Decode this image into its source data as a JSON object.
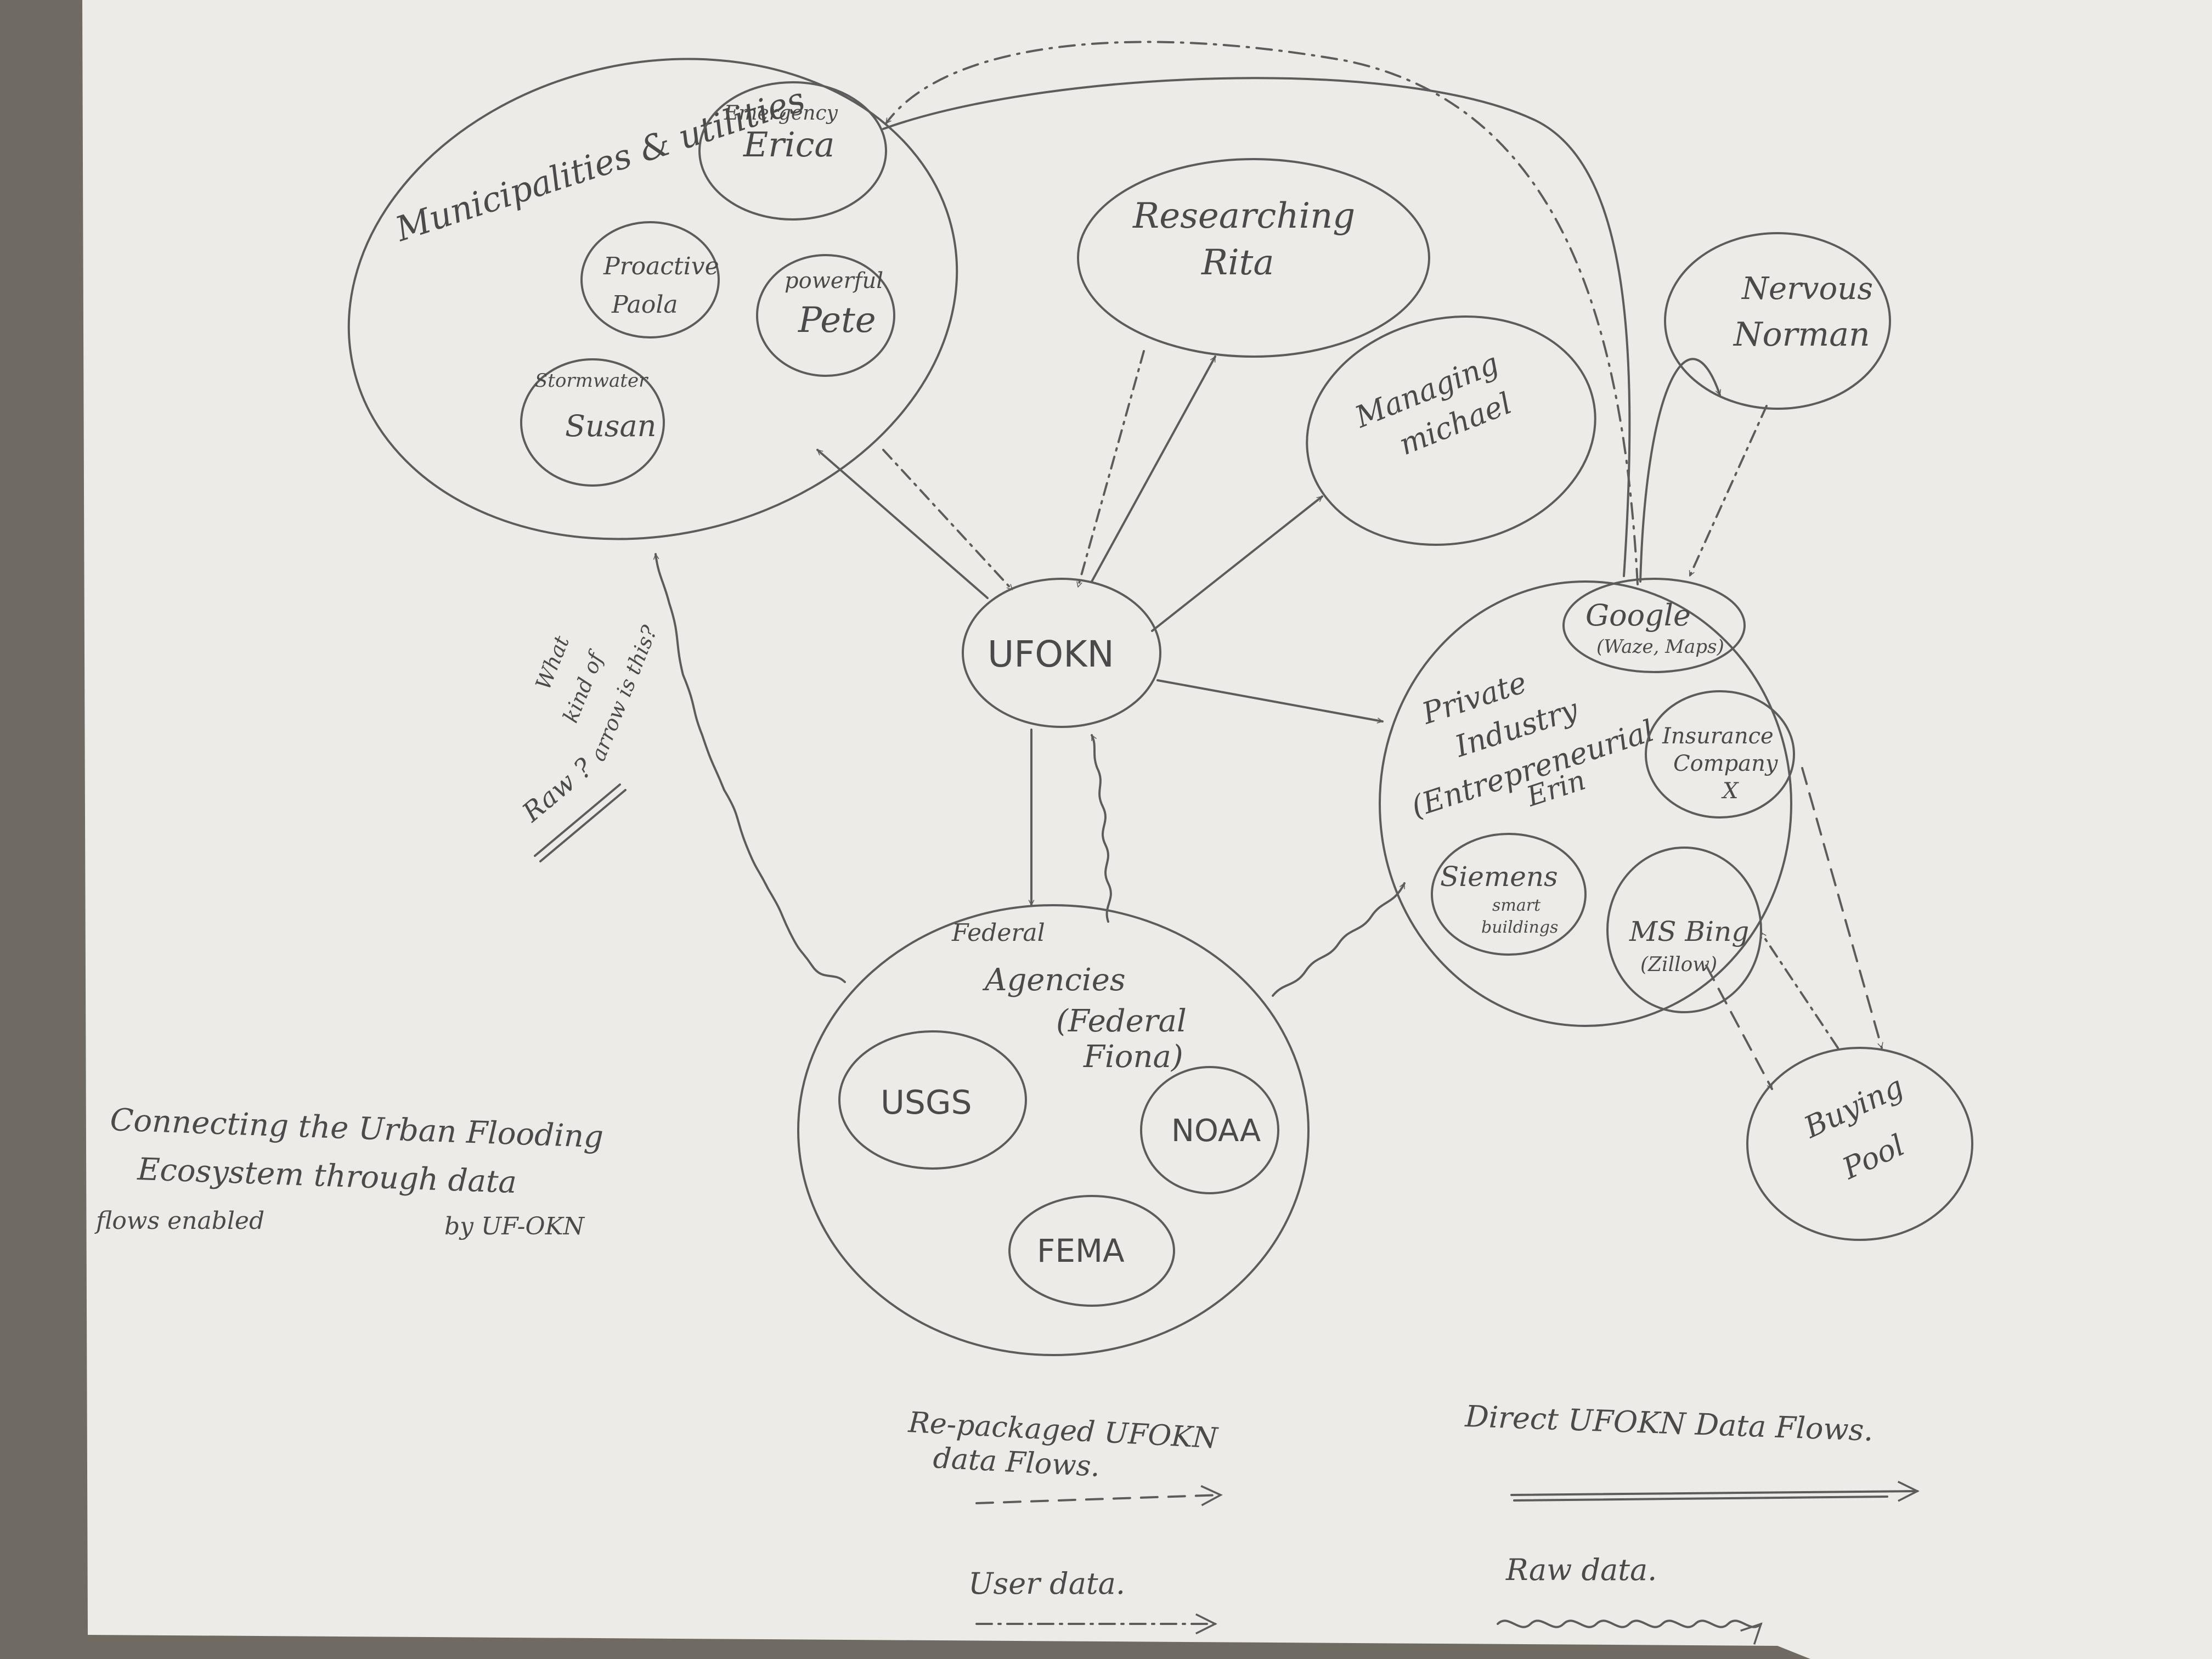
{
  "diagram": {
    "nodes": {
      "municipalities": "Municipalities & utilities",
      "emergency_erica": {
        "line1": "Emergency",
        "line2": "Erica"
      },
      "proactive_paola": {
        "line1": "Proactive",
        "line2": "Paola"
      },
      "powerful_pete": {
        "line1": "powerful",
        "line2": "Pete"
      },
      "stormwater_susan": {
        "line1": "Stormwater",
        "line2": "Susan"
      },
      "researching_rita": {
        "line1": "Researching",
        "line2": "Rita"
      },
      "managing_michael": {
        "line1": "Managing",
        "line2": "michael"
      },
      "nervous_norman": {
        "line1": "Nervous",
        "line2": "Norman"
      },
      "ufokn": "UFOKN",
      "private_industry": {
        "line1": "Private",
        "line2": "Industry",
        "line3": "(Entrepreneurial",
        "line4": "Erin"
      },
      "google": {
        "line1": "Google",
        "line2": "(Waze, Maps)"
      },
      "insurance": {
        "line1": "Insurance",
        "line2": "Company",
        "line3": "X"
      },
      "siemens": {
        "line1": "Siemens",
        "line2": "smart",
        "line3": "buildings"
      },
      "ms_bing": {
        "line1": "MS Bing",
        "line2": "(Zillow)"
      },
      "federal": {
        "line1": "Federal",
        "line2": "Agencies",
        "line3": "(Federal",
        "line4": "Fiona)"
      },
      "usgs": "USGS",
      "noaa": "NOAA",
      "fema": "FEMA",
      "buying_pool": {
        "line1": "Buying",
        "line2": "Pool"
      }
    },
    "annotations": {
      "question": {
        "line1": "What",
        "line2": "kind of",
        "line3": "arrow is this?"
      },
      "raw_question": "Raw ?"
    },
    "caption": {
      "line1": "Connecting the Urban Flooding",
      "line2": "Ecosystem through data",
      "line3": "flows enabled",
      "line4": "by UF-OKN"
    },
    "legend": {
      "repackaged": {
        "line1": "Re-packaged UFOKN",
        "line2": "data Flows."
      },
      "direct": "Direct UFOKN Data Flows.",
      "user": "User data.",
      "raw": "Raw data."
    }
  },
  "colors": {
    "paper": "#ecebe7",
    "pencil": "#5c5c5c",
    "background": "#6f6a62"
  }
}
